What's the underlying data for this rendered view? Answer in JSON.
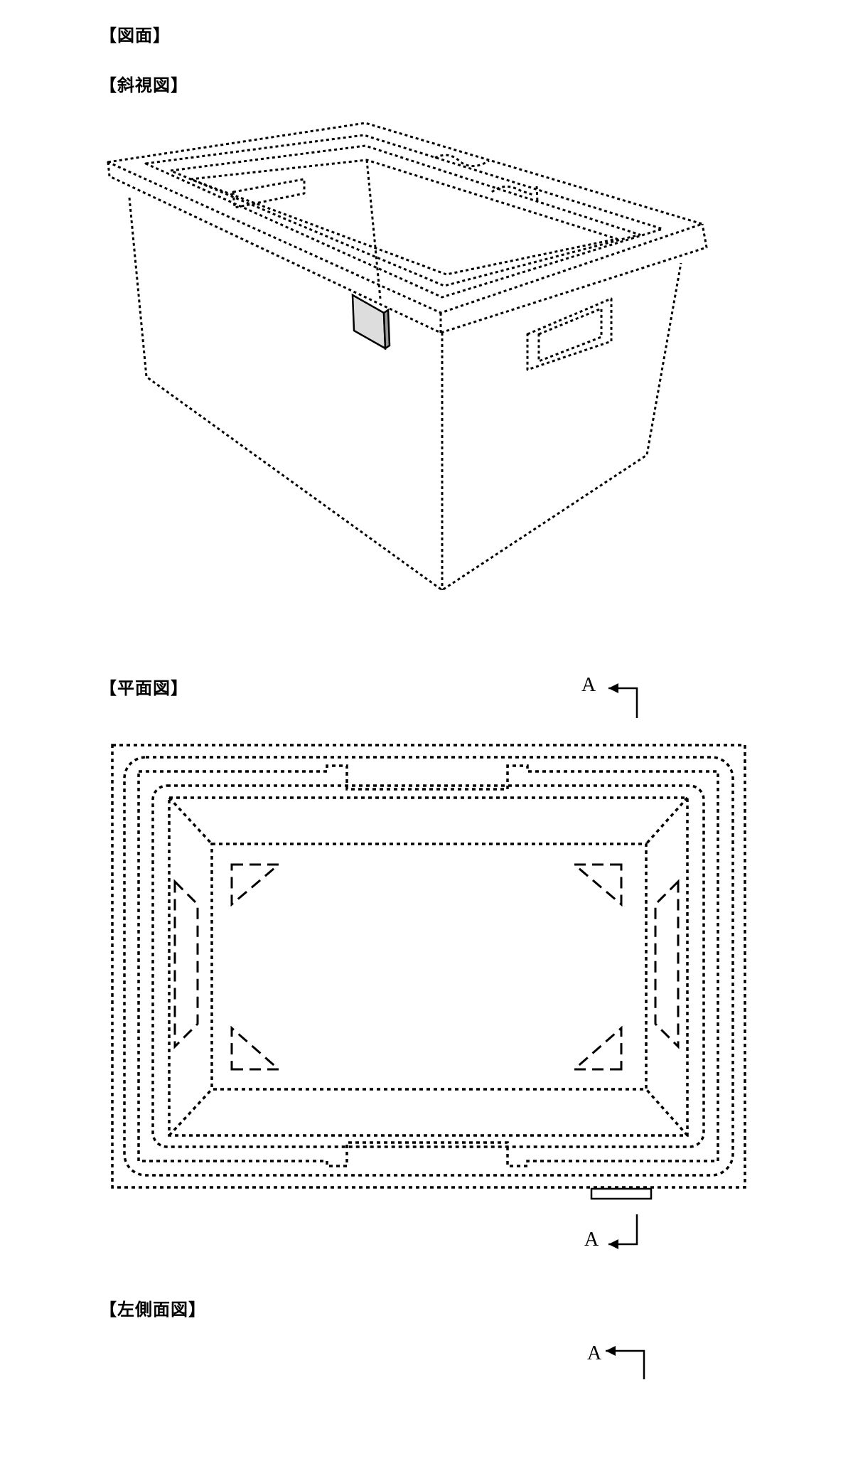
{
  "document": {
    "heading_figures": "【図面】",
    "views": [
      {
        "name": "perspective",
        "heading": "【斜視図】"
      },
      {
        "name": "plan",
        "heading": "【平面図】"
      },
      {
        "name": "left_side",
        "heading": "【左側面図】"
      }
    ],
    "section_marks": {
      "plan_top": "A",
      "plan_bottom": "A",
      "side_top": "A"
    }
  }
}
